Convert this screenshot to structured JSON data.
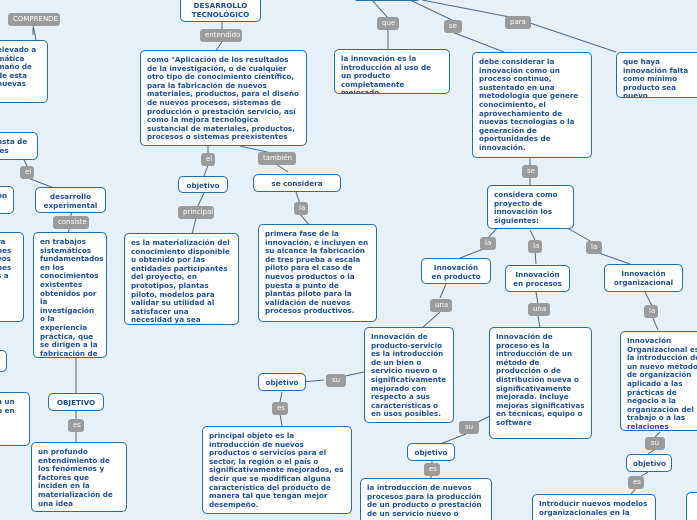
{
  "nodes": {
    "desarrollo_tec": "DESARROLLO\nTECNOLÓGICO",
    "desarrollo_def": "como \"Aplicación de los resultados de la investigación, o de cualquier otro tipo de conocimiento científico, para la fabricación de nuevos materiales, productos, para el diseño de nuevos procesos, sistemas de producción o prestación servicio, así como la mejora tecnológica sustancial de materiales, productos, procesos o sistemas preexistentes",
    "objetivo_1": "objetivo",
    "considera_como": "se considera como",
    "materializacion": "es la materialización del conocimiento disponible u obtenido por las entidades participantes del proyecto, en prototipos, plantas piloto, modelos para validar su utilidad al satisfacer una necesidad ya sea interna, externa o del mercado",
    "primera_fase": "primera fase de la innovación, e incluyen en su alcance la fabricación de tres prueba a escala piloto para el caso de nuevos productos o la puesta a punto de plantas piloto para la validación de nuevos procesos productivos.",
    "innovacion_def": "la innovación es la introducción al uso de un producto completamente mejorado",
    "debe_considerar": "debe considerar la innovación como un proceso continuo, sustentado en una metodología que genere conocimiento, el aprovechamiento de nuevas tecnologías o la generación de oportunidades de innovación.",
    "que_haya": "que haya innovación falta como mínimo producto sea nuevo significativamente",
    "considera_tipos": "considera como proyecto de innovación los siguientes:",
    "inn_producto": "Innovación\nen producto",
    "inn_procesos": "Innovación\nen procesos",
    "inn_organizacional": "Innovación\norganizacional",
    "inn_producto_def": "Innovación de producto-servicio es la introducción de un bien o servicio nuevo o significativamente mejorado con respecto a sus características o en usos posibles.",
    "inn_proceso_def": "Innovación de proceso es la introducción de un método de producción o de distribución nueva o significativamente mejorada. Incluye mejoras significativas en técnicas, equipo o software",
    "inn_org_def": "Innovación Organizacional es la introducción de un nuevo método de organización aplicado a las prácticas de negocio a la organización del trabajo o a las relaciones externas de la empresa",
    "objetivo_2": "objetivo",
    "objetivo_3": "objetivo",
    "objetivo_4": "objetivo",
    "principal_objeto": "principal objeto es la introducción de nuevos productos o servicios para el sector, la región o el país o significativamente mejorados, es decir que se modifican alguna característica del producto de manera tal que tengan mejor desempeño.",
    "introduccion_procesos": "la introducción de nuevos procesos para la producción de un producto o prestación de un servicio nuevo o",
    "introducir_modelos": "Introducir nuevos modelos organizacionales en la",
    "desarrollo_exp": "desarrollo\nexperimental",
    "trabajos": "en trabajos sistemáticos fundamentados en los conocimientos existentes obtenidos por la investigación o la experiencia práctica, que se dirigen a la fabricación de nuevos materiales",
    "objetivo_caps": "OBJETIVO",
    "profundo": "un profundo entendimiento de los fenómenos y factores que inciden en la materialización de una idea",
    "frag_elevado": "elevado a\nmática\nmaño de\nde esta\nnuevas",
    "frag_nsta": "nsta de\nles",
    "frag_on": "on",
    "frag_ra": "ra\nnes\nvos\nnes\ns a",
    "frag_un": "a un\nn en",
    "frag_top": ""
  },
  "labels": {
    "comprende": "COMPRENDE",
    "entendido": "entendido",
    "el": "el",
    "tambien": "también",
    "principal": "principal",
    "la_1": "la",
    "que": "que",
    "se": "se",
    "para": "para",
    "se_2": "se",
    "la_2": "la",
    "la_3": "la",
    "la_4": "la",
    "una_1": "una",
    "una_2": "una",
    "la_5": "la",
    "su_1": "su",
    "es_1": "es",
    "su_2": "su",
    "es_2": "es",
    "su_3": "su",
    "es_3": "es",
    "el_2": "el",
    "consiste": "consiste",
    "es_4": "es"
  }
}
